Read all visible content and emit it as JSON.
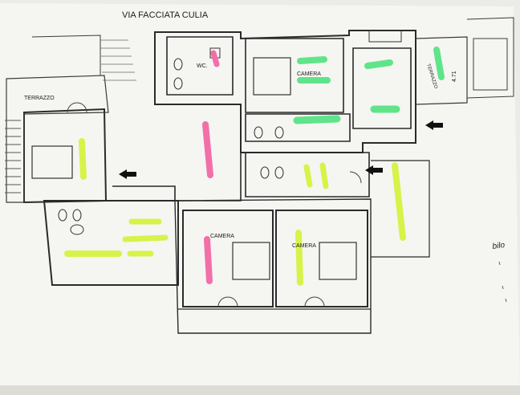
{
  "header": {
    "street_name": "VIA FACCIATA CULIA"
  },
  "rooms": {
    "wc": "WC.",
    "camera_top": "CAMERA",
    "camera_bottom_left": "CAMERA",
    "camera_bottom_right": "CAMERA"
  },
  "terraces": {
    "left": "TERRAZZO",
    "right": "TERRAZZO"
  },
  "dimension": "4.71",
  "handwritten_note": "bilo",
  "colors": {
    "paper": "#f4f4f1",
    "wall": "#2a2a2a",
    "highlight_green": "#5fe48a",
    "highlight_yellow": "#d9f24a",
    "highlight_pink": "#f36fa9"
  }
}
